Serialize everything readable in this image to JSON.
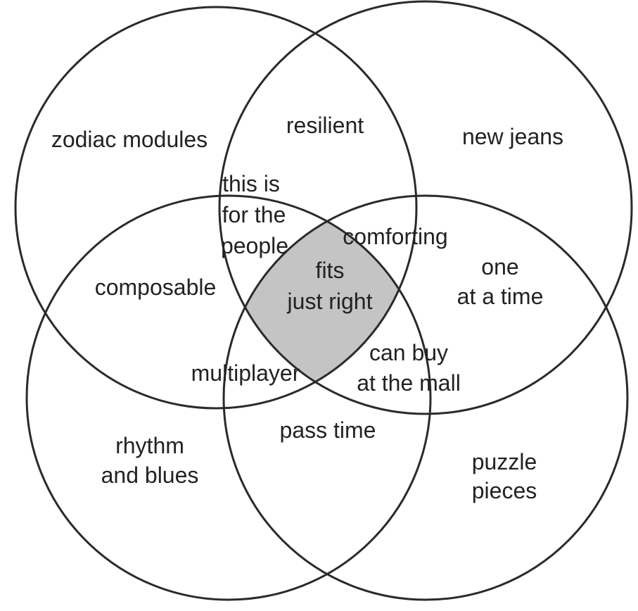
{
  "regions": {
    "zodiac_modules": "zodiac modules",
    "resilient": "resilient",
    "new_jeans": "new jeans",
    "this_is_for_the_people": [
      "this is",
      "for the",
      "people"
    ],
    "comforting": "comforting",
    "composable": "composable",
    "fits_just_right": [
      "fits",
      "just right"
    ],
    "one_at_a_time": [
      "one",
      "at a time"
    ],
    "multiplayer": "multiplayer",
    "can_buy_at_the_mall": [
      "can buy",
      "at the mall"
    ],
    "pass_time": "pass time",
    "rhythm_and_blues": [
      "rhythm",
      "and blues"
    ],
    "puzzle_pieces": [
      "puzzle",
      "pieces"
    ]
  },
  "colors": {
    "outline": "#2a2a2a",
    "center_fill": "#c4c4c4",
    "text": "#222222",
    "background": "#ffffff"
  }
}
